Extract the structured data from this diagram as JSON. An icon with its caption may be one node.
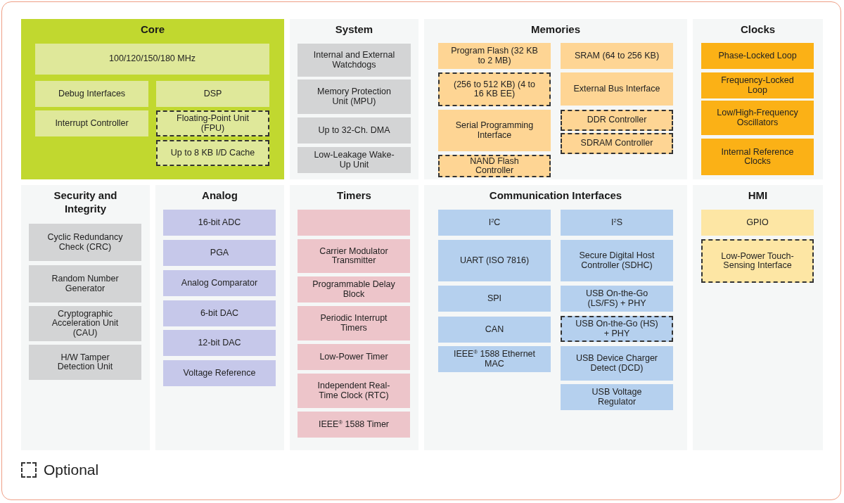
{
  "diagram": {
    "nodes": [
      {
        "text": [
          "Core"
        ]
      },
      {
        "text": [
          "100/120/150/180 MHz"
        ],
        "in": 0
      },
      {
        "text": [
          "Debug Interfaces"
        ],
        "in": 0
      },
      {
        "text": [
          "DSP"
        ],
        "in": 0
      },
      {
        "text": [
          "Interrupt Controller"
        ],
        "in": 0
      },
      {
        "text": [
          "Floating-Point Unit (FPU)"
        ],
        "in": 0
      },
      {
        "text": [
          "Up to 8 KB I/D Cache"
        ],
        "in": 0
      },
      {
        "text": [
          "System"
        ]
      },
      {
        "text": [
          "Internal and External Watchdogs"
        ],
        "in": 7
      },
      {
        "text": [
          "Memory Protection Unit (MPU)"
        ],
        "in": 7
      },
      {
        "text": [
          "Up to 32-Ch. DMA"
        ],
        "in": 7
      },
      {
        "text": [
          "Low-Leakage Wake-Up Unit"
        ],
        "in": 7
      },
      {
        "text": [
          "Memories"
        ]
      },
      {
        "text": [
          "Program Flash (32 KB to 2 MB)"
        ],
        "in": 12
      },
      {
        "text": [
          "(256 to 512 KB) (4 to 16 KB EE)"
        ],
        "in": 12
      },
      {
        "text": [
          "Serial Programming Interface"
        ],
        "in": 12
      },
      {
        "text": [
          "NAND Flash Controller"
        ],
        "in": 12
      },
      {
        "text": [
          "SRAM (64 to 256 KB)"
        ],
        "in": 12
      },
      {
        "text": [
          "External Bus Interface"
        ],
        "in": 12
      },
      {
        "text": [
          "DDR Controller"
        ],
        "in": 12
      },
      {
        "text": [
          "SDRAM Controller"
        ],
        "in": 12
      },
      {
        "text": [
          "Clocks"
        ]
      },
      {
        "text": [
          "Phase-Locked Loop"
        ],
        "in": 21
      },
      {
        "text": [
          "Frequency-Locked Loop"
        ],
        "in": 21
      },
      {
        "text": [
          "Low/High-Frequency Oscillators"
        ],
        "in": 21
      },
      {
        "text": [
          "Internal Reference Clocks"
        ],
        "in": 21
      },
      {
        "text": [
          "Security and Integrity"
        ]
      },
      {
        "text": [
          "Cyclic Redundancy Check (CRC)"
        ],
        "in": 26
      },
      {
        "text": [
          "Random Number Generator"
        ],
        "in": 26
      },
      {
        "text": [
          "Cryptographic Acceleration Unit (CAU)"
        ],
        "in": 26
      },
      {
        "text": [
          "H/W Tamper Detection Unit"
        ],
        "in": 26
      },
      {
        "text": [
          "Analog"
        ]
      },
      {
        "text": [
          "16-bit ADC"
        ],
        "in": 31
      },
      {
        "text": [
          "PGA"
        ],
        "in": 31
      },
      {
        "text": [
          "Analog Comparator"
        ],
        "in": 31
      },
      {
        "text": [
          "6-bit DAC"
        ],
        "in": 31
      },
      {
        "text": [
          "12-bit DAC"
        ],
        "in": 31
      },
      {
        "text": [
          "Voltage Reference"
        ],
        "in": 31
      },
      {
        "text": [
          "Timers"
        ]
      },
      {
        "text": [],
        "shape": "box",
        "in": 38
      },
      {
        "text": [
          "Carrier Modulator Transmitter"
        ],
        "in": 38
      },
      {
        "text": [
          "Programmable Delay Block"
        ],
        "in": 38
      },
      {
        "text": [
          "Periodic Interrupt Timers"
        ],
        "in": 38
      },
      {
        "text": [
          "Low-Power Timer"
        ],
        "in": 38
      },
      {
        "text": [
          "Independent Real-Time Clock (RTC)"
        ],
        "in": 38
      },
      {
        "text": [
          "IEEE$^{®}$ 1588 Timer"
        ],
        "in": 38
      },
      {
        "text": [
          "Communication Interfaces"
        ]
      },
      {
        "text": [
          "I$^{2}$C"
        ],
        "in": 46
      },
      {
        "text": [
          "UART (ISO 7816)"
        ],
        "in": 46
      },
      {
        "text": [
          "SPI"
        ],
        "in": 46
      },
      {
        "text": [
          "CAN"
        ],
        "in": 46
      },
      {
        "text": [
          "IEEE$^{®}$ 1588 Ethernet MAC"
        ],
        "in": 46
      },
      {
        "text": [
          "I$^{2}$S"
        ],
        "in": 46
      },
      {
        "text": [
          "Secure Digital Host Controller (SDHC)"
        ],
        "in": 46
      },
      {
        "text": [
          "USB On-the-Go (LS/FS) + PHY"
        ],
        "in": 46
      },
      {
        "text": [
          "USB On-the-Go (HS) + PHY"
        ],
        "in": 46
      },
      {
        "text": [
          "USB Device Charger Detect (DCD)"
        ],
        "in": 46
      },
      {
        "text": [
          "USB Voltage Regulator"
        ],
        "in": 46
      },
      {
        "text": [
          "HMI"
        ]
      },
      {
        "text": [
          "GPIO"
        ],
        "in": 58
      },
      {
        "text": [
          "Low-Power Touch-Sensing Interface"
        ],
        "in": 58
      }
    ],
    "legend": [
      {
        "text": "Optional"
      }
    ]
  }
}
